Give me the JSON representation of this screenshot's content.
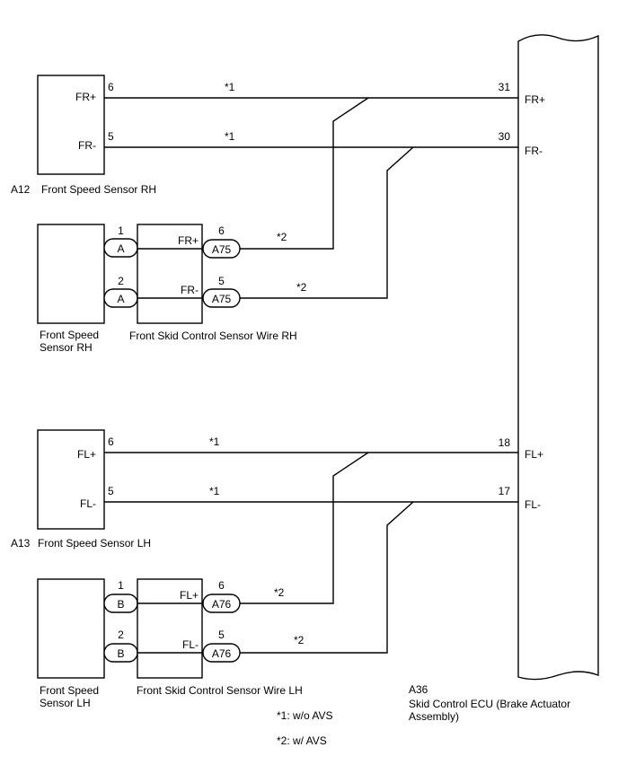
{
  "ecu": {
    "code": "A36",
    "name_line1": "Skid Control ECU (Brake Actuator",
    "name_line2": "Assembly)",
    "pins": {
      "p31": "31",
      "p30": "30",
      "p18": "18",
      "p17": "17",
      "fr_plus": "FR+",
      "fr_minus": "FR-",
      "fl_plus": "FL+",
      "fl_minus": "FL-"
    }
  },
  "rh": {
    "sensor_code": "A12",
    "sensor_name": "Front Speed Sensor RH",
    "pin_fr_plus": "FR+",
    "pin_fr_minus": "FR-",
    "pin6": "6",
    "pin5": "5",
    "wire_note_1": "*1",
    "wire_note_2": "*1",
    "alt_sensor_line1": "Front Speed",
    "alt_sensor_line2": "Sensor RH",
    "conn_pin1": "1",
    "conn_pin2": "2",
    "conn_letter_1": "A",
    "conn_letter_2": "A",
    "sub_name": "Front Skid Control Sensor Wire RH",
    "sub_plus": "FR+",
    "sub_minus": "FR-",
    "sub_pin6": "6",
    "sub_pin5": "5",
    "sub_conn_1": "A75",
    "sub_conn_2": "A75",
    "note2_a": "*2",
    "note2_b": "*2"
  },
  "lh": {
    "sensor_code": "A13",
    "sensor_name": "Front Speed Sensor LH",
    "pin_fl_plus": "FL+",
    "pin_fl_minus": "FL-",
    "pin6": "6",
    "pin5": "5",
    "wire_note_1": "*1",
    "wire_note_2": "*1",
    "alt_sensor_line1": "Front Speed",
    "alt_sensor_line2": "Sensor LH",
    "conn_pin1": "1",
    "conn_pin2": "2",
    "conn_letter_1": "B",
    "conn_letter_2": "B",
    "sub_name": "Front Skid Control Sensor Wire LH",
    "sub_plus": "FL+",
    "sub_minus": "FL-",
    "sub_pin6": "6",
    "sub_pin5": "5",
    "sub_conn_1": "A76",
    "sub_conn_2": "A76",
    "note2_a": "*2",
    "note2_b": "*2"
  },
  "legend": {
    "note1": "*1: w/o AVS",
    "note2": "*2: w/ AVS"
  }
}
